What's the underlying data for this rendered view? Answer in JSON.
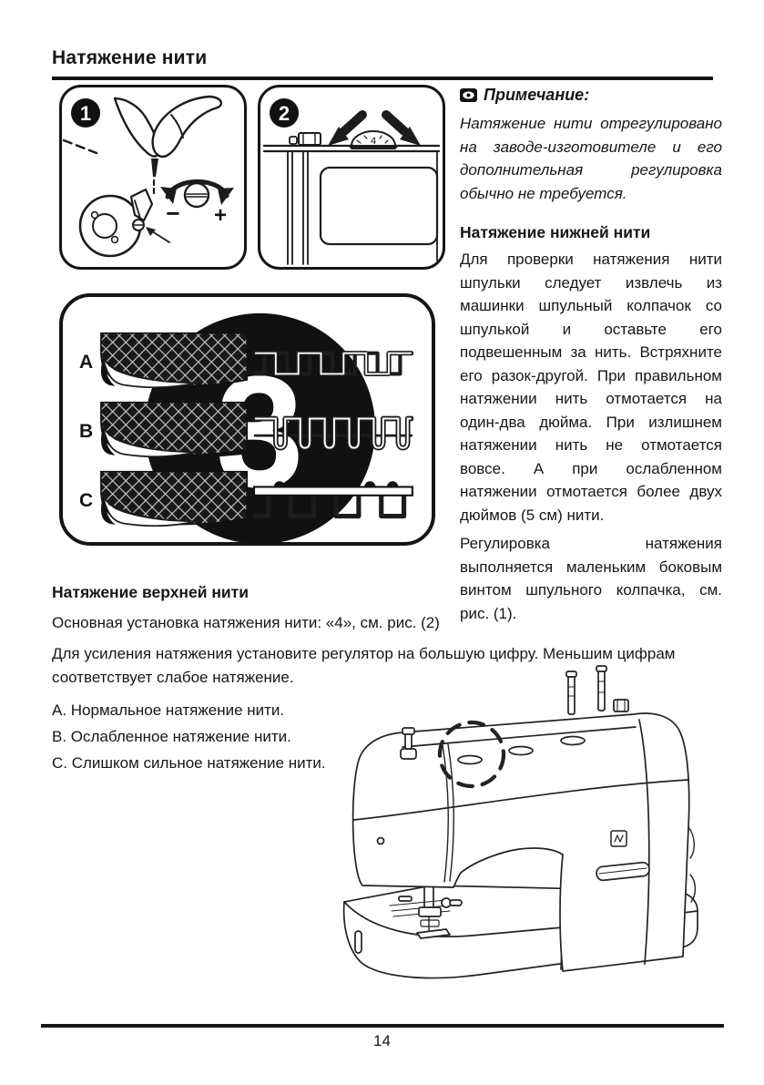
{
  "page": {
    "title": "Натяжение нити",
    "page_number": "14"
  },
  "note": {
    "label": "Примечание:",
    "body": "Натяжение нити отрегулировано на заводе-изготовителе и его дополнительная регулировка обычно не требуется."
  },
  "lower_thread": {
    "heading": "Натяжение нижней нити",
    "para1": "Для проверки натяжения нити шпульки следует извлечь из машинки шпульный колпачок со шпулькой и оставьте его подвешенным за нить. Встряхните его разок-другой. При правильном натяжении нить отмотается на один-два дюйма. При излишнем натяжении нить не отмотается вовсе. А при ослабленном натяжении отмотается более двух дюймов (5 см) нити.",
    "para2": "Регулировка натяжения выполняется маленьким боковым винтом шпульного колпачка, см. рис. (1)."
  },
  "upper_thread": {
    "heading": "Натяжение верхней нити",
    "para1": "Основная установка натяжения нити: «4», см. рис. (2)",
    "para2": "Для усиления натяжения установите регулятор на большую цифру. Меньшим цифрам соответствует слабое натяжение.",
    "items": [
      "A. Нормальное натяжение нити.",
      "B. Ослабленное натяжение нити.",
      "C. Слишком сильное натяжение нити."
    ]
  },
  "figures": {
    "fig1": {
      "number": "1",
      "minus": "−",
      "plus": "+"
    },
    "fig2": {
      "number": "2",
      "dial_value": "4"
    },
    "fig3": {
      "number": "3",
      "rows": [
        "A",
        "B",
        "C"
      ]
    }
  },
  "colors": {
    "ink": "#151515",
    "paper": "#ffffff"
  }
}
